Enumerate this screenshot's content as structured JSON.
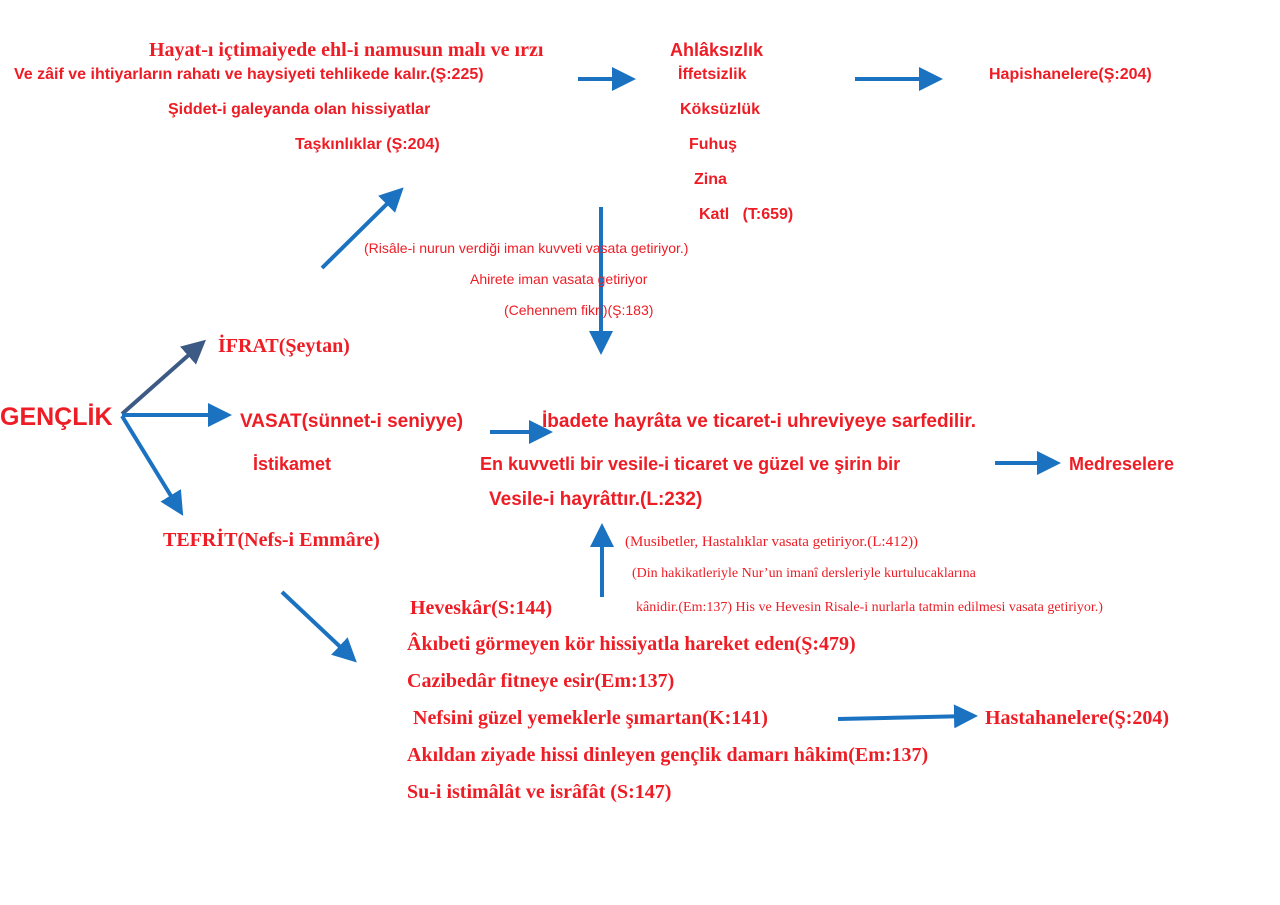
{
  "root": "GENÇLİK",
  "ifrat": "İFRAT(Şeytan)",
  "vasat": "VASAT(sünnet-i seniyye)",
  "istikamet": "İstikamet",
  "tefrit": "TEFRİT(Nefs-i Emmâre)",
  "ifrat_branch": [
    "Hayat-ı içtimaiyede ehl-i namusun malı ve ırzı",
    "Ve zâif ve ihtiyarların rahatı ve haysiyeti tehlikede kalır.(Ş:225)",
    "Şiddet-i galeyanda olan hissiyatlar",
    "Taşkınlıklar (Ş:204)"
  ],
  "vices": [
    "Ahlâksızlık",
    "İffetsizlik",
    "Köksüzlük",
    "Fuhuş",
    "Zina",
    "Katl   (T:659)"
  ],
  "prison": "Hapishanelere(Ş:204)",
  "ifrat_cures": [
    "(Risâle-i nurun verdiği iman kuvveti vasata getiriyor.)",
    "Ahirete iman vasata getiriyor",
    "(Cehennem fikri)(Ş:183)"
  ],
  "vasat_branch": [
    "İbadete hayrâta ve ticaret-i uhreviyeye sarfedilir.",
    "En kuvvetli bir vesile-i ticaret ve güzel ve şirin bir",
    "Vesile-i hayrâttır.(L:232)"
  ],
  "madrasa": "Medreselere",
  "tefrit_cures": [
    "(Musibetler, Hastalıklar vasata getiriyor.(L:412))",
    "(Din hakikatleriyle Nur’un  imanî dersleriyle kurtulucaklarına",
    "kânidir.(Em:137) His ve Hevesin Risale-i nurlarla tatmin edilmesi vasata getiriyor.)"
  ],
  "tefrit_branch": [
    "Heveskâr(S:144)",
    "Âkıbeti görmeyen kör hissiyatla hareket eden(Ş:479)",
    "Cazibedâr fitneye esir(Em:137)",
    "Nefsini güzel yemeklerle şımartan(K:141)",
    "Akıldan ziyade hissi dinleyen gençlik damarı hâkim(Em:137)",
    "Su-i istimâlât ve isrâfât (S:147)"
  ],
  "hospital": "Hastahanelere(Ş:204)"
}
